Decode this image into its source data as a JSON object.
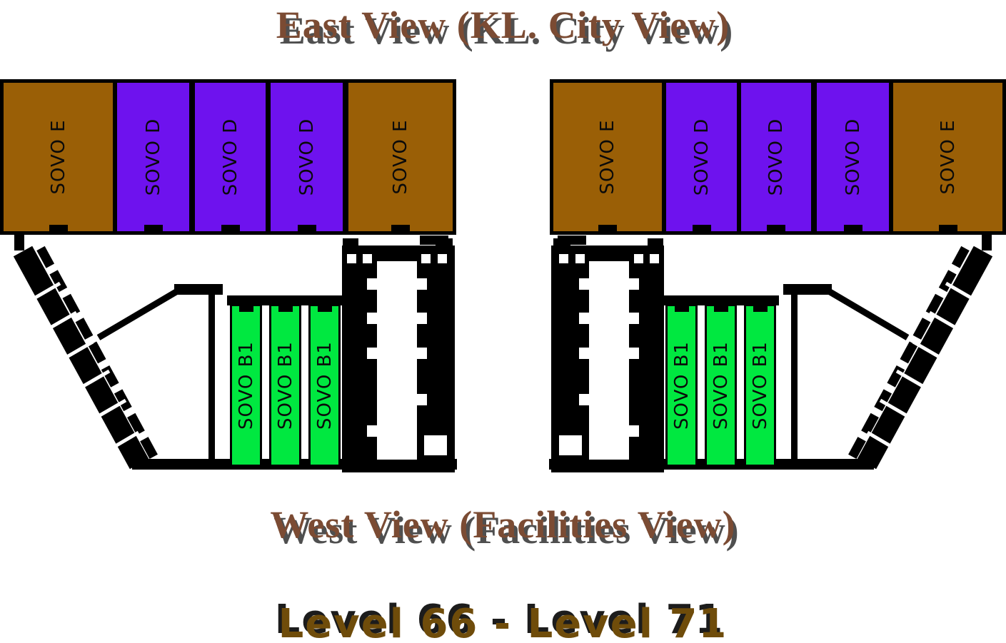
{
  "titles": {
    "east_view": "East View (KL. City View)",
    "west_view": "West View (Facilities View)",
    "level_range": "Level 66 - Level 71"
  },
  "colors": {
    "sovo_e": "#9a5f06",
    "sovo_d": "#6e12ee",
    "sovo_b1": "#00e840",
    "structure": "#000000",
    "view_title_text": "#7b4b33",
    "view_title_shadow": "#4f4f4f",
    "level_text": "#6f4c0a",
    "level_shadow": "#1c1c1c"
  },
  "towers": {
    "east_left": {
      "units": [
        {
          "label": "SOVO E",
          "type": "E"
        },
        {
          "label": "SOVO D",
          "type": "D"
        },
        {
          "label": "SOVO D",
          "type": "D"
        },
        {
          "label": "SOVO D",
          "type": "D"
        },
        {
          "label": "SOVO E",
          "type": "E"
        }
      ]
    },
    "east_right": {
      "units": [
        {
          "label": "SOVO E",
          "type": "E"
        },
        {
          "label": "SOVO D",
          "type": "D"
        },
        {
          "label": "SOVO D",
          "type": "D"
        },
        {
          "label": "SOVO D",
          "type": "D"
        },
        {
          "label": "SOVO E",
          "type": "E"
        }
      ]
    }
  },
  "b1_rows": {
    "west_left": {
      "units": [
        {
          "label": "SOVO B1"
        },
        {
          "label": "SOVO B1"
        },
        {
          "label": "SOVO B1"
        }
      ]
    },
    "west_right": {
      "units": [
        {
          "label": "SOVO B1"
        },
        {
          "label": "SOVO B1"
        },
        {
          "label": "SOVO B1"
        }
      ]
    }
  }
}
